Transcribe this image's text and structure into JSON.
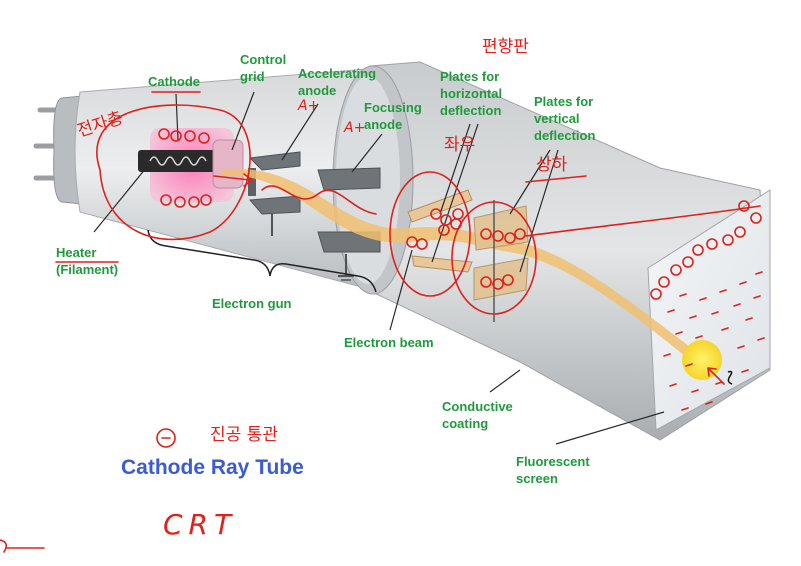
{
  "title": "Cathode Ray Tube",
  "labels": {
    "cathode": "Cathode",
    "control_grid": "Control\ngrid",
    "accelerating_anode": "Accelerating\nanode",
    "focusing_anode": "Focusing\nanode",
    "plates_horizontal": "Plates for\nhorizontal\ndeflection",
    "plates_vertical": "Plates for\nvertical\ndeflection",
    "heater": "Heater\n(Filament)",
    "electron_gun": "Electron gun",
    "electron_beam": "Electron beam",
    "conductive_coating": "Conductive\ncoating",
    "fluorescent_screen": "Fluorescent\nscreen"
  },
  "handwriting": {
    "electron_gun_note": "전자총",
    "deflection_plate_note": "편향판",
    "left_right_note": "좌우",
    "up_down_note": "상하",
    "a_plus": "A+",
    "a_plus_2": "A+",
    "bottom_note": "진공 통관",
    "crt": "CRT"
  },
  "colors": {
    "label_green": "#1f9a3c",
    "title_blue": "#3a5bd6",
    "annotation_red": "#e0201b",
    "beam": "#f0c070",
    "screen_spot": "#f7e23a"
  }
}
